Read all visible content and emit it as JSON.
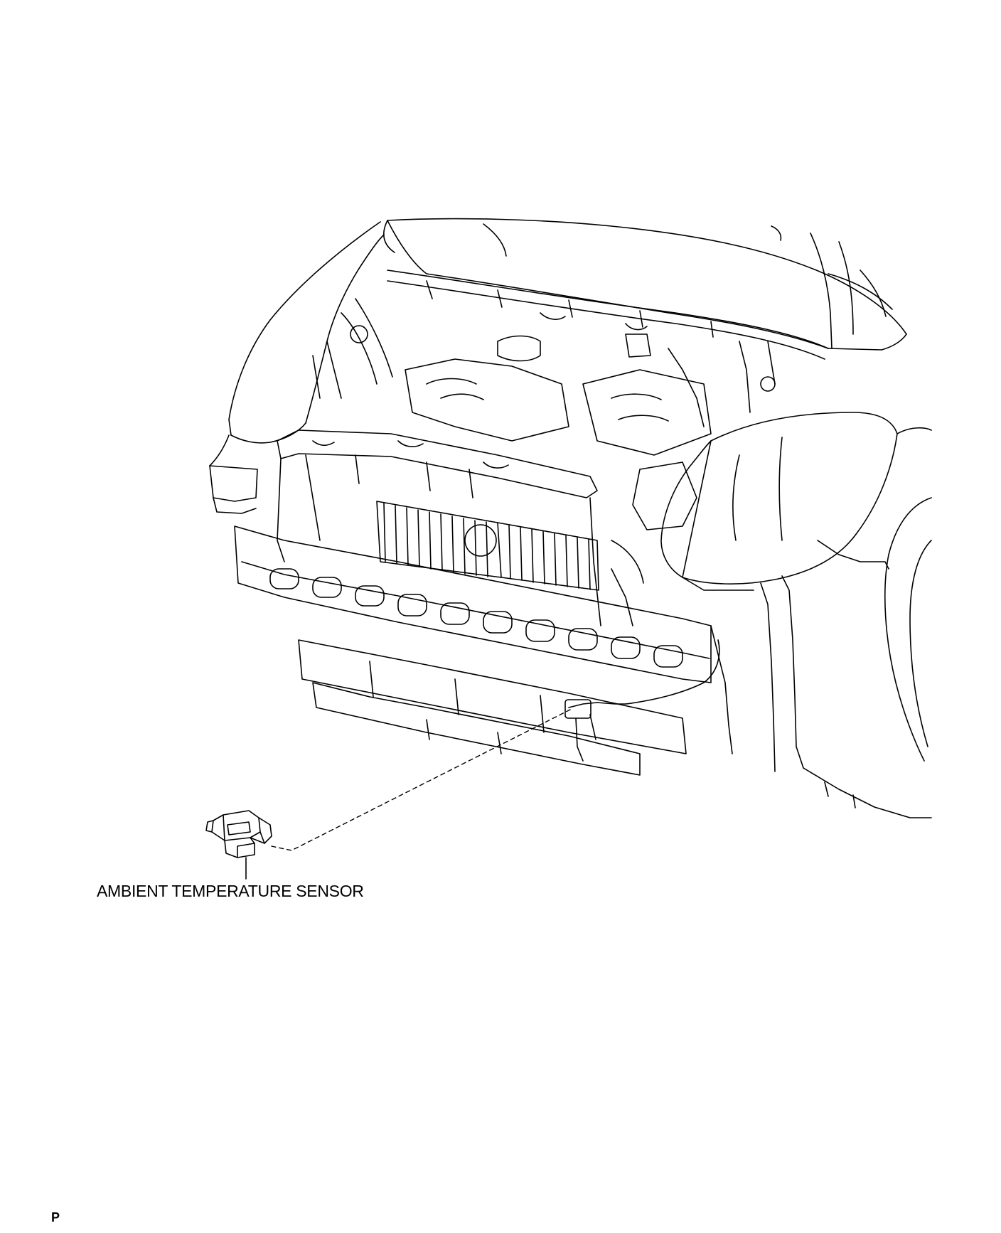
{
  "diagram": {
    "callouts": [
      {
        "id": "ambient-temperature-sensor",
        "label": "AMBIENT TEMPERATURE SENSOR"
      }
    ],
    "footer_code": "P",
    "colors": {
      "line": "#000000",
      "background": "#ffffff"
    }
  }
}
